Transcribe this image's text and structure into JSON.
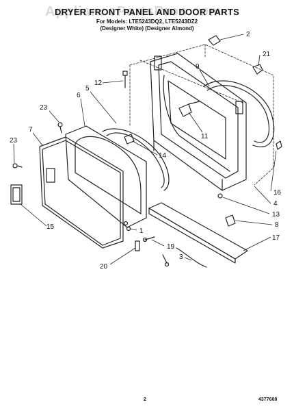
{
  "header": {
    "title": "DRYER FRONT PANEL AND DOOR PARTS",
    "subtitle": "For Models: LTE5243DQ2, LTE5243DZ2",
    "variants": "(Designer White) (Designer Almond)"
  },
  "watermark": {
    "text": "AppliancePartsPros.com"
  },
  "callouts": {
    "c1": "1",
    "c2": "2",
    "c3": "3",
    "c4": "4",
    "c5": "5",
    "c6": "6",
    "c7": "7",
    "c8": "8",
    "c9": "9",
    "c11": "11",
    "c12": "12",
    "c13": "13",
    "c14": "14",
    "c15": "15",
    "c16": "16",
    "c17": "17",
    "c19": "19",
    "c20": "20",
    "c21": "21",
    "c23a": "23",
    "c23b": "23"
  },
  "footer": {
    "page": "2",
    "doc_number": "4377608"
  }
}
